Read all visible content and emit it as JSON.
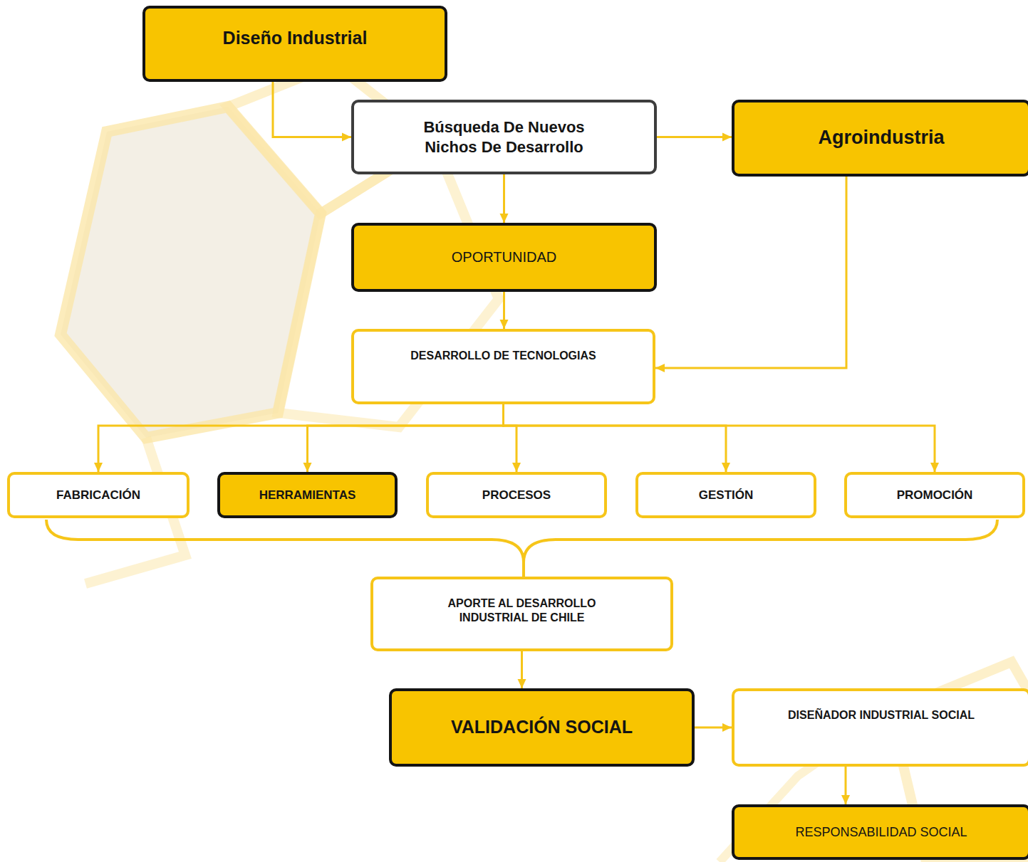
{
  "diagram": {
    "nodes": [
      {
        "text": [
          "Diseño Industrial"
        ]
      },
      {
        "text": [
          "Búsqueda De Nuevos Nichos De Desarrollo"
        ]
      },
      {
        "text": [
          "Agroindustria"
        ]
      },
      {
        "text": [
          "OPORTUNIDAD"
        ]
      },
      {
        "text": [
          "DESARROLLO DE TECNOLOGIAS"
        ]
      },
      {
        "text": [
          "FABRICACIÓN"
        ]
      },
      {
        "text": [
          "HERRAMIENTAS"
        ]
      },
      {
        "text": [
          "PROCESOS"
        ]
      },
      {
        "text": [
          "GESTIÓN"
        ]
      },
      {
        "text": [
          "PROMOCIÓN"
        ]
      },
      {
        "text": [
          "APORTE AL DESARROLLO INDUSTRIAL DE CHILE"
        ]
      },
      {
        "text": [
          "VALIDACIÓN SOCIAL"
        ]
      },
      {
        "text": [
          "DISEÑADOR INDUSTRIAL SOCIAL"
        ]
      },
      {
        "text": [
          "RESPONSABILIDAD SOCIAL"
        ]
      }
    ],
    "edges": [
      {
        "from": 0,
        "to": 1,
        "arrow": "to"
      },
      {
        "from": 1,
        "to": 2,
        "arrow": "to"
      },
      {
        "from": 1,
        "to": 3,
        "arrow": "to"
      },
      {
        "from": 3,
        "to": 4,
        "arrow": "to"
      },
      {
        "from": 2,
        "to": 4,
        "arrow": "to"
      },
      {
        "from": 4,
        "to": 5,
        "arrow": "to"
      },
      {
        "from": 4,
        "to": 6,
        "arrow": "to"
      },
      {
        "from": 4,
        "to": 7,
        "arrow": "to"
      },
      {
        "from": 4,
        "to": 8,
        "arrow": "to"
      },
      {
        "from": 4,
        "to": 9,
        "arrow": "to"
      },
      {
        "from": 10,
        "to": 11,
        "arrow": "to"
      },
      {
        "from": 11,
        "to": 12,
        "arrow": "to"
      },
      {
        "from": 12,
        "to": 13,
        "arrow": "to"
      }
    ]
  }
}
